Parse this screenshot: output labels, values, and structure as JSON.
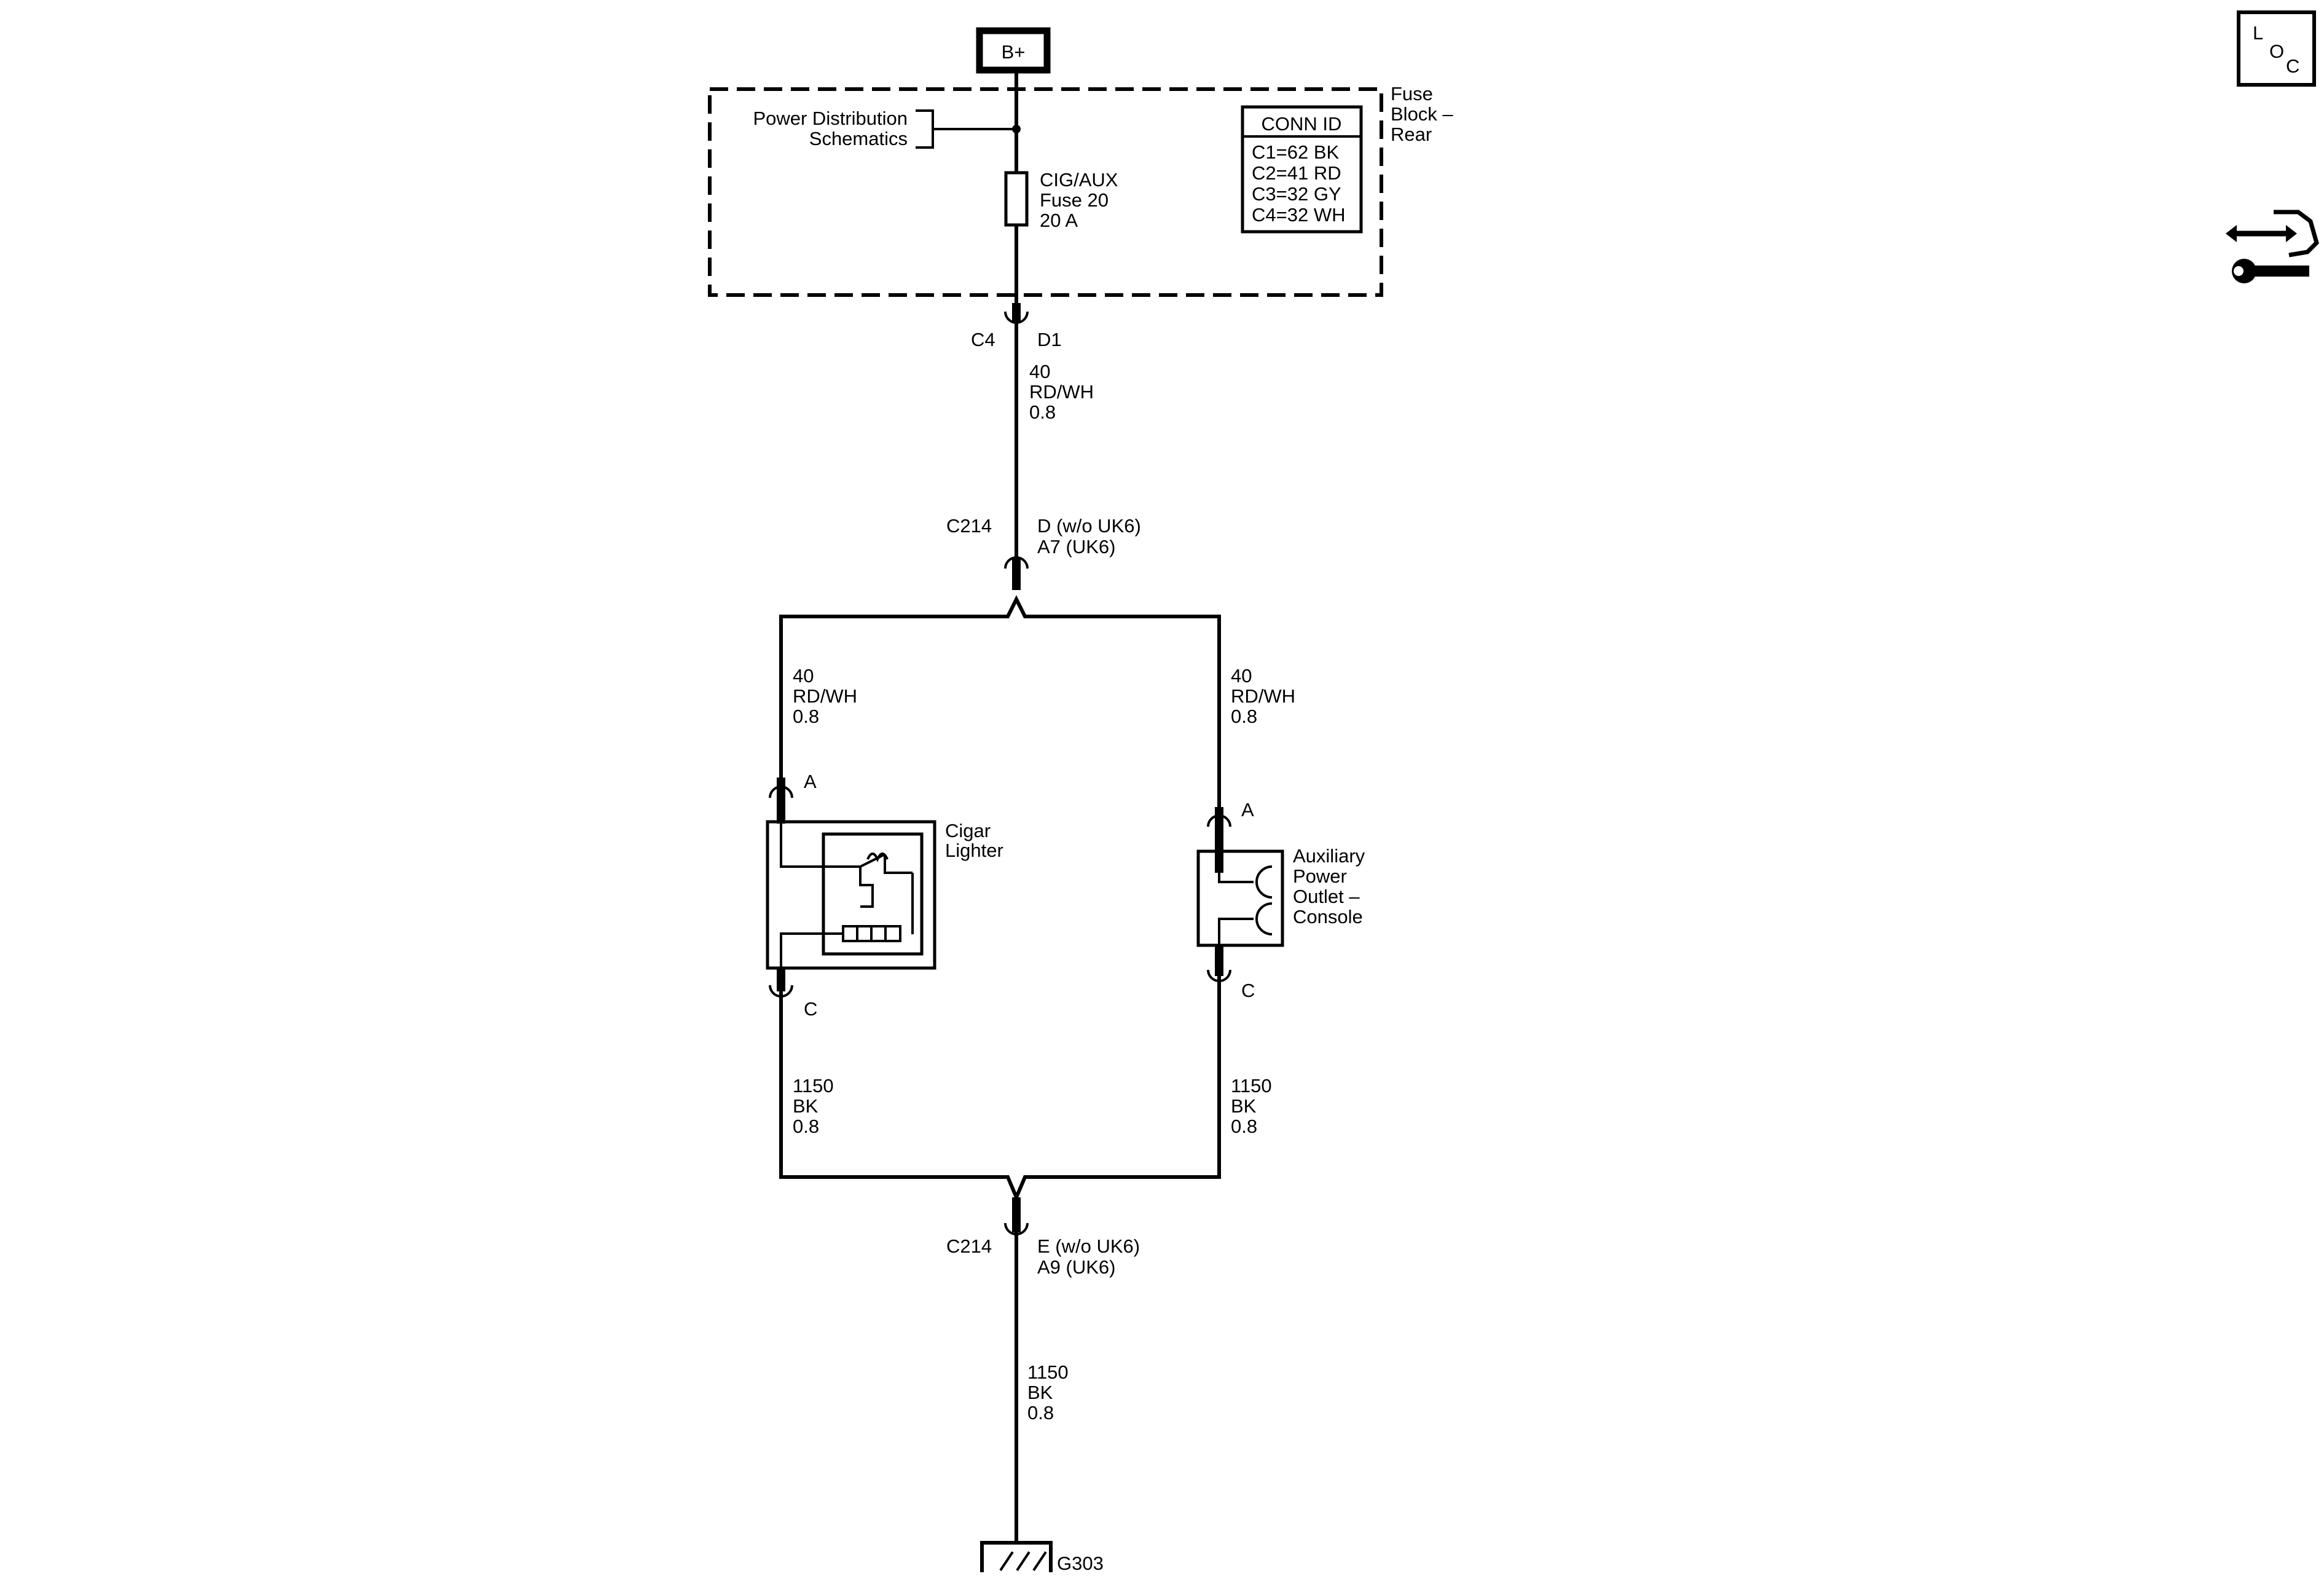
{
  "power": {
    "label": "B+"
  },
  "fuse_block": {
    "name_lines": [
      "Fuse",
      "Block –",
      "Rear"
    ],
    "ref_lines": [
      "Power Distribution",
      "Schematics"
    ],
    "fuse_lines": [
      "CIG/AUX",
      "Fuse 20",
      "20 A"
    ],
    "conn_id": {
      "title": "CONN ID",
      "rows": [
        "C1=62 BK",
        "C2=41 RD",
        "C3=32 GY",
        "C4=32 WH"
      ]
    }
  },
  "connector_c4": {
    "name": "C4",
    "pin": "D1"
  },
  "wire_main_feed": [
    "40",
    "RD/WH",
    "0.8"
  ],
  "splice_top": {
    "name": "C214",
    "pin_lines": [
      "D (w/o UK6)",
      "A7 (UK6)"
    ]
  },
  "wire_left_feed": [
    "40",
    "RD/WH",
    "0.8"
  ],
  "wire_right_feed": [
    "40",
    "RD/WH",
    "0.8"
  ],
  "cigar_lighter": {
    "name_lines": [
      "Cigar",
      "Lighter"
    ],
    "pin_in": "A",
    "pin_out": "C"
  },
  "aux_outlet": {
    "name_lines": [
      "Auxiliary",
      "Power",
      "Outlet –",
      "Console"
    ],
    "pin_in": "A",
    "pin_out": "C"
  },
  "wire_left_ground": [
    "1150",
    "BK",
    "0.8"
  ],
  "wire_right_ground": [
    "1150",
    "BK",
    "0.8"
  ],
  "splice_bottom": {
    "name": "C214",
    "pin_lines": [
      "E (w/o UK6)",
      "A9 (UK6)"
    ]
  },
  "wire_main_ground": [
    "1150",
    "BK",
    "0.8"
  ],
  "ground": {
    "label": "G303"
  },
  "loc_icon": {
    "letters": [
      "L",
      "O",
      "C"
    ],
    "icon": "location-icon"
  },
  "tool_icon": {
    "icon": "connector-repair-icon"
  }
}
